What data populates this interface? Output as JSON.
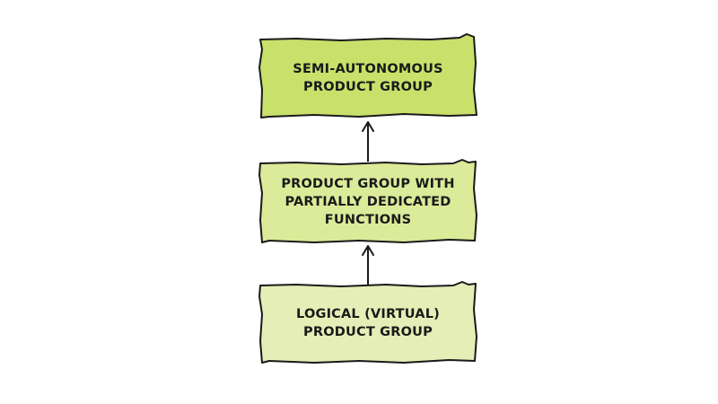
{
  "diagram": {
    "boxes": [
      {
        "id": "top",
        "label": "SEMI-AUTONOMOUS\nPRODUCT GROUP",
        "fill": "#c9e06b"
      },
      {
        "id": "middle",
        "label": "PRODUCT GROUP WITH\nPARTIALLY DEDICATED\nFUNCTIONS",
        "fill": "#dbeb99"
      },
      {
        "id": "bottom",
        "label": "LOGICAL (VIRTUAL)\nPRODUCT GROUP",
        "fill": "#e5eeb6"
      }
    ],
    "arrows": [
      {
        "from": "bottom",
        "to": "middle"
      },
      {
        "from": "middle",
        "to": "top"
      }
    ],
    "stroke_color": "#1a1a1a",
    "background": "#ffffff"
  }
}
